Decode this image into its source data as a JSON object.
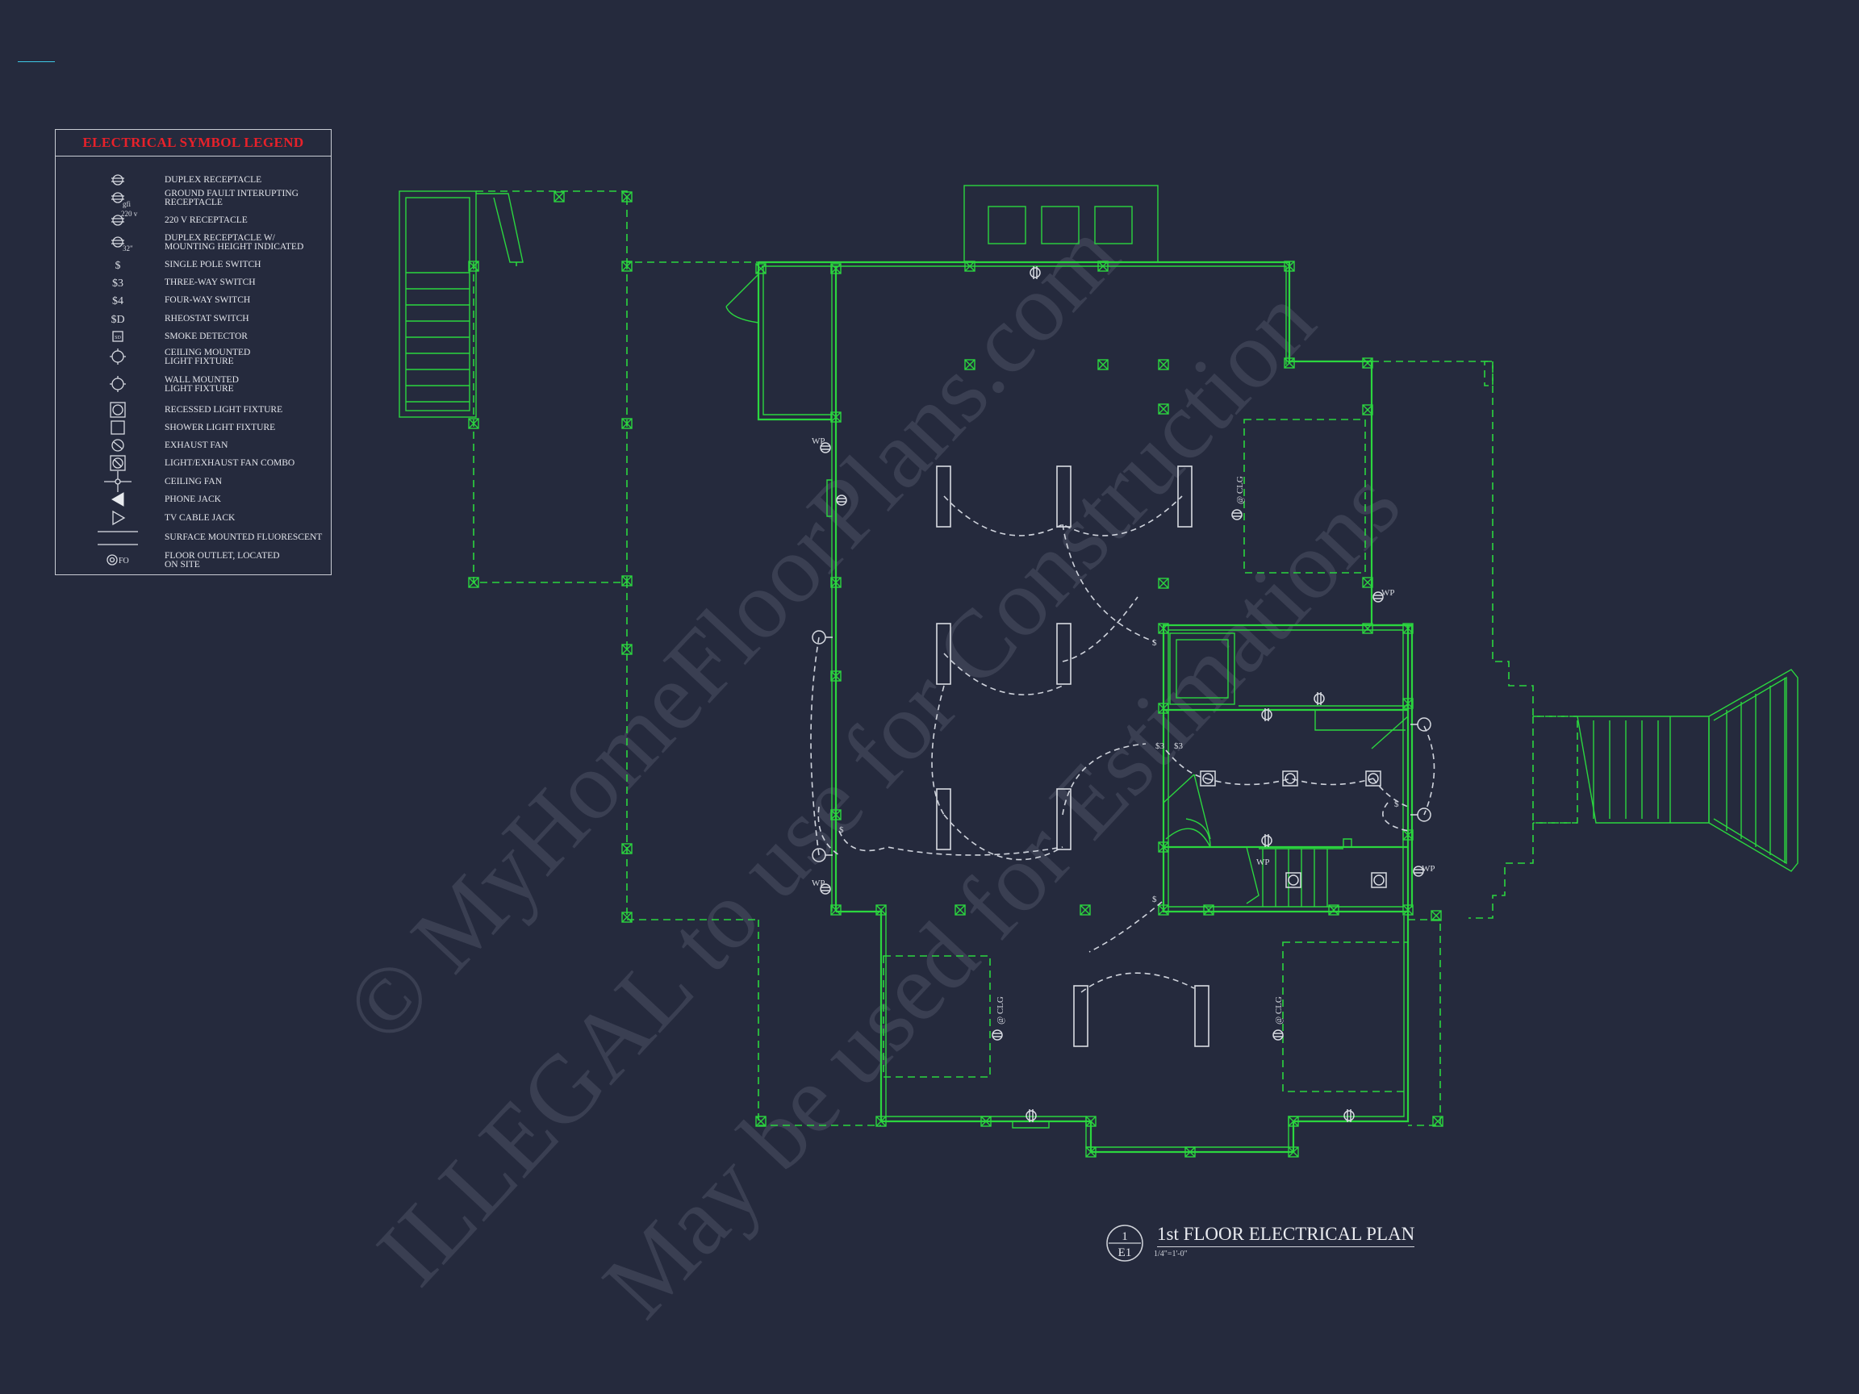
{
  "legend": {
    "title": "ELECTRICAL SYMBOL LEGEND",
    "items": [
      {
        "label": "DUPLEX RECEPTACLE",
        "symbol": "duplex-receptacle"
      },
      {
        "label": "GROUND FAULT INTERUPTING\nRECEPTACLE",
        "symbol": "gfi-receptacle",
        "tag": "gfi"
      },
      {
        "label": "220 V RECEPTACLE",
        "symbol": "220v-receptacle",
        "tag": "220 v"
      },
      {
        "label": "DUPLEX RECEPTACLE W/\nMOUNTING HEIGHT INDICATED",
        "symbol": "duplex-height-receptacle",
        "tag": "32\""
      },
      {
        "label": "SINGLE POLE SWITCH",
        "symbol": "single-pole-switch",
        "tag": "$"
      },
      {
        "label": "THREE-WAY SWITCH",
        "symbol": "three-way-switch",
        "tag": "$3"
      },
      {
        "label": "FOUR-WAY SWITCH",
        "symbol": "four-way-switch",
        "tag": "$4"
      },
      {
        "label": "RHEOSTAT SWITCH",
        "symbol": "rheostat-switch",
        "tag": "$D"
      },
      {
        "label": "SMOKE DETECTOR",
        "symbol": "smoke-detector",
        "tag": "SD"
      },
      {
        "label": "CEILING MOUNTED\nLIGHT FIXTURE",
        "symbol": "ceiling-light"
      },
      {
        "label": "WALL MOUNTED\nLIGHT FIXTURE",
        "symbol": "wall-light"
      },
      {
        "label": "RECESSED LIGHT FIXTURE",
        "symbol": "recessed-light"
      },
      {
        "label": "SHOWER LIGHT FIXTURE",
        "symbol": "shower-light"
      },
      {
        "label": "EXHAUST FAN",
        "symbol": "exhaust-fan"
      },
      {
        "label": "LIGHT/EXHAUST FAN COMBO",
        "symbol": "light-fan-combo"
      },
      {
        "label": "CEILING FAN",
        "symbol": "ceiling-fan"
      },
      {
        "label": "PHONE JACK",
        "symbol": "phone-jack"
      },
      {
        "label": "TV CABLE JACK",
        "symbol": "tv-jack"
      },
      {
        "label": "SURFACE MOUNTED FLUORESCENT",
        "symbol": "fluorescent"
      },
      {
        "label": "FLOOR OUTLET, LOCATED\nON SITE",
        "symbol": "floor-outlet",
        "tag": "FO"
      }
    ]
  },
  "plan": {
    "title": "1st FLOOR ELECTRICAL PLAN",
    "scale": "1/4\"=1'-0\"",
    "detail_number": "1",
    "sheet": "E1",
    "annotations": {
      "wp": "WP",
      "clg": "@ CLG",
      "switch": "$",
      "switch3": "$3"
    }
  },
  "watermark": {
    "line1": "© MyHomeFloorPlans.com",
    "line2": "ILLEGAL to use for Construction",
    "line3": "May be used for Estimations"
  },
  "colors": {
    "background": "#252a3d",
    "wall": "#2bd63f",
    "legend_title": "#e8212a",
    "text": "#e2e4ea"
  }
}
